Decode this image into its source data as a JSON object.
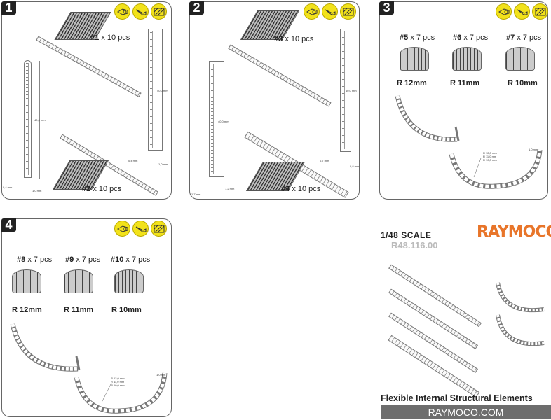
{
  "panels": [
    {
      "step": "1",
      "parts": [
        {
          "id": "#1",
          "qty": "x 10 pcs"
        },
        {
          "id": "#2",
          "qty": "x 10 pcs"
        }
      ],
      "dims": [
        "40,0 mm",
        "40,0 mm",
        "0,4 mm",
        "1,0 mm",
        "0,4 mm",
        "1,0 mm"
      ]
    },
    {
      "step": "2",
      "parts": [
        {
          "id": "#3",
          "qty": "x 10 pcs"
        },
        {
          "id": "#4",
          "qty": "x 10 pcs"
        }
      ],
      "dims": [
        "40,0 mm",
        "40,0 mm",
        "0,7 mm",
        "0,8 mm",
        "1,7 mm",
        "1,2 mm"
      ]
    },
    {
      "step": "3",
      "parts": [
        {
          "id": "#5",
          "qty": "x 7 pcs",
          "radius": "R 12mm"
        },
        {
          "id": "#6",
          "qty": "x 7 pcs",
          "radius": "R 11mm"
        },
        {
          "id": "#7",
          "qty": "x 7 pcs",
          "radius": "R 10mm"
        }
      ],
      "dims": [
        "R 12,0 mm",
        "R 11,0 mm",
        "R 10,0 mm",
        "1,0 mm"
      ]
    },
    {
      "step": "4",
      "parts": [
        {
          "id": "#8",
          "qty": "x 7 pcs",
          "radius": "R 12mm"
        },
        {
          "id": "#9",
          "qty": "x 7 pcs",
          "radius": "R 11mm"
        },
        {
          "id": "#10",
          "qty": "x 7 pcs",
          "radius": "R 10mm"
        }
      ],
      "dims": [
        "R 12,0 mm",
        "R 11,0 mm",
        "R 10,0 mm",
        "1,0 mm"
      ]
    }
  ],
  "tools": [
    "cutter-icon",
    "knife-icon",
    "sanding-icon"
  ],
  "cover": {
    "scale": "1/48 SCALE",
    "code": "R48.116.00",
    "brand": "RAYMOCO",
    "title": "Flexible Internal Structural Elements",
    "website": "RAYMOCO.COM"
  },
  "colors": {
    "tool_yellow": "#f2e21a",
    "brand_orange": "#e8752a",
    "footer_gray": "#6d6d6d"
  }
}
